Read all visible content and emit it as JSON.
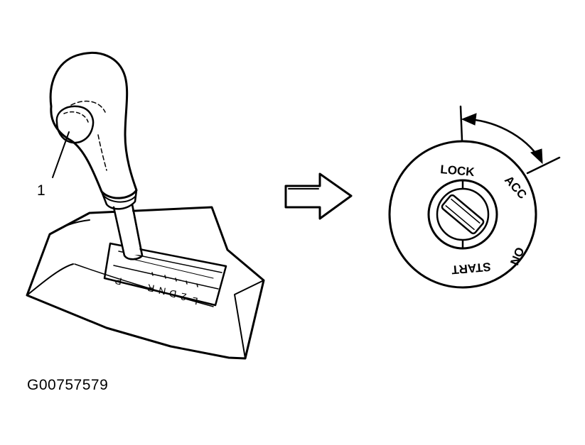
{
  "figure_id": "G00757579",
  "callout": {
    "number": "1"
  },
  "shift_gate": {
    "positions": [
      "P",
      "R",
      "N",
      "D",
      "2",
      "L"
    ]
  },
  "ignition_switch": {
    "positions": [
      "LOCK",
      "ACC",
      "ON",
      "START"
    ]
  },
  "colors": {
    "ink": "#000000",
    "background": "#ffffff"
  }
}
